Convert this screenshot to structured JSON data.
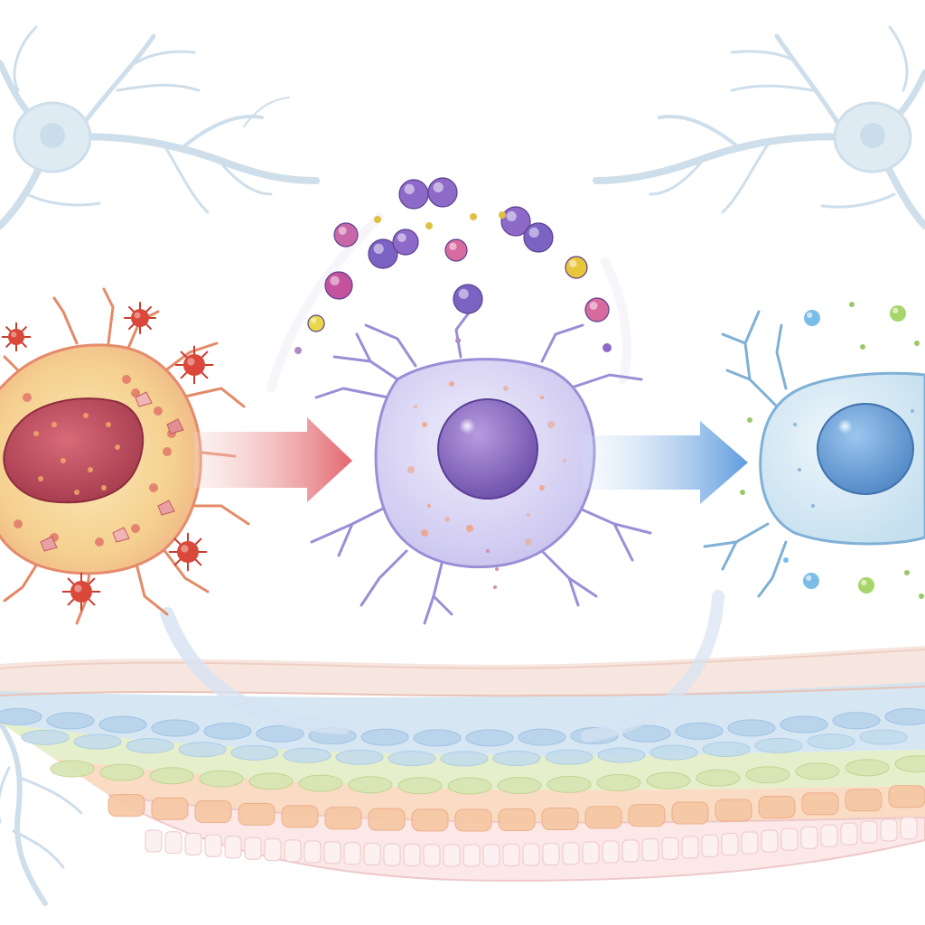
{
  "diagram": {
    "stages": [
      {
        "id": "stage-1",
        "depiction": "inflamed-reactive-cell",
        "color": "#d9614f"
      },
      {
        "id": "stage-2",
        "depiction": "transitional-cell",
        "color": "#9a8fd6"
      },
      {
        "id": "stage-3",
        "depiction": "resting-cell",
        "color": "#7fb0d6"
      }
    ],
    "arrows": [
      {
        "from": "stage-1",
        "to": "stage-2",
        "color": "#e8868a"
      },
      {
        "from": "stage-2",
        "to": "stage-3",
        "color": "#6fa4dc"
      }
    ],
    "colors": {
      "neuron": "#c9dbe8",
      "tissue_top": "#f3d9d2",
      "tissue_blue": "#a9cbe6",
      "tissue_green": "#cfe0a8",
      "tissue_orange": "#f4c09a",
      "tissue_pink": "#f6dfe0"
    }
  }
}
